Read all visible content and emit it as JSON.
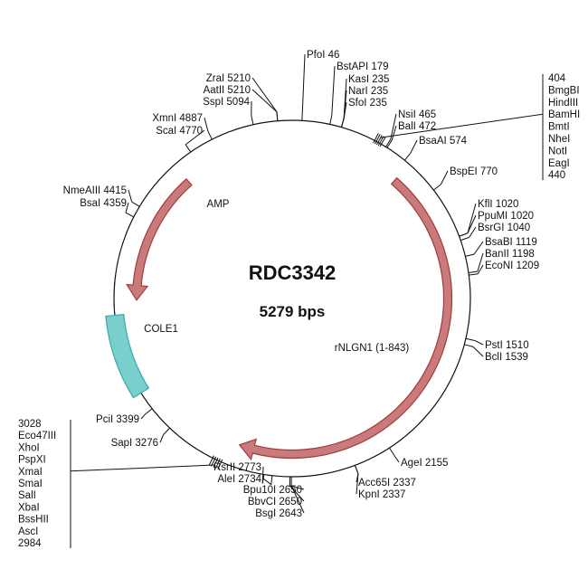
{
  "plasmid": {
    "name": "RDC3342",
    "size_label": "5279 bps",
    "length": 5279
  },
  "colors": {
    "feature_red_fill": "#c97a7a",
    "feature_red_stroke": "#a43a3a",
    "feature_teal_fill": "#79cfcc",
    "feature_teal_stroke": "#3aa9a6",
    "backbone": "#111111"
  },
  "features": [
    {
      "name": "AMP",
      "label": "AMP",
      "start": 4670,
      "end": 3950,
      "direction": "reverse",
      "color": "red"
    },
    {
      "name": "rNLGN1 (1-843)",
      "label": "rNLGN1 (1-843)",
      "start": 600,
      "end": 2930,
      "direction": "forward",
      "color": "red"
    },
    {
      "name": "COLE1",
      "label": "COLE1",
      "start": 3490,
      "end": 3880,
      "direction": "none",
      "color": "teal"
    }
  ],
  "sites": [
    {
      "id": "pfoi",
      "text": "PfoI 46",
      "pos": 46
    },
    {
      "id": "bstapi",
      "text": "BstAPI 179",
      "pos": 179
    },
    {
      "id": "kasi",
      "text": "KasI 235",
      "pos": 235
    },
    {
      "id": "nari",
      "text": "NarI 235",
      "pos": 235
    },
    {
      "id": "sfoi",
      "text": "SfoI 235",
      "pos": 235
    },
    {
      "id": "nsii",
      "text": "NsiI 465",
      "pos": 465
    },
    {
      "id": "bali",
      "text": "BalI 472",
      "pos": 472
    },
    {
      "id": "bsaai",
      "text": "BsaAI 574",
      "pos": 574
    },
    {
      "id": "bspei",
      "text": "BspEI 770",
      "pos": 770
    },
    {
      "id": "kfli",
      "text": "KflI 1020",
      "pos": 1020
    },
    {
      "id": "ppumi",
      "text": "PpuMI 1020",
      "pos": 1020
    },
    {
      "id": "bsrgi",
      "text": "BsrGI 1040",
      "pos": 1040
    },
    {
      "id": "bsabi",
      "text": "BsaBI 1119",
      "pos": 1119
    },
    {
      "id": "banii",
      "text": "BanII 1198",
      "pos": 1198
    },
    {
      "id": "econi",
      "text": "EcoNI 1209",
      "pos": 1209
    },
    {
      "id": "psti",
      "text": "PstI 1510",
      "pos": 1510
    },
    {
      "id": "bcli",
      "text": "BclI 1539",
      "pos": 1539
    },
    {
      "id": "agei",
      "text": "AgeI 2155",
      "pos": 2155
    },
    {
      "id": "acc65i",
      "text": "Acc65I 2337",
      "pos": 2337
    },
    {
      "id": "kpni",
      "text": "KpnI 2337",
      "pos": 2337
    },
    {
      "id": "bsgi",
      "text": "BsgI 2643",
      "pos": 2643
    },
    {
      "id": "bbvci",
      "text": "BbvCI 2650",
      "pos": 2650
    },
    {
      "id": "bpu10i",
      "text": "Bpu10I 2650",
      "pos": 2650
    },
    {
      "id": "alei",
      "text": "AleI 2734",
      "pos": 2734
    },
    {
      "id": "rsrii",
      "text": "RsrII 2773",
      "pos": 2773
    },
    {
      "id": "sapi",
      "text": "SapI 3276",
      "pos": 3276
    },
    {
      "id": "pcii",
      "text": "PciI 3399",
      "pos": 3399
    },
    {
      "id": "bsai",
      "text": "BsaI 4359",
      "pos": 4359
    },
    {
      "id": "nmeaiii",
      "text": "NmeAIII 4415",
      "pos": 4415
    },
    {
      "id": "scai",
      "text": "ScaI 4770",
      "pos": 4770
    },
    {
      "id": "xmni",
      "text": "XmnI 4887",
      "pos": 4887
    },
    {
      "id": "sspi",
      "text": "SspI 5094",
      "pos": 5094
    },
    {
      "id": "aatii",
      "text": "AatII 5210",
      "pos": 5210
    },
    {
      "id": "zrai",
      "text": "ZraI 5210",
      "pos": 5210
    }
  ],
  "mcs_right": {
    "start_label": "404",
    "enzymes": [
      "BmgBI",
      "HindIII",
      "BamHI",
      "BmtI",
      "NheI",
      "NotI",
      "EagI"
    ],
    "end_label": "440",
    "start": 404,
    "end": 440
  },
  "mcs_left": {
    "start_label": "3028",
    "enzymes": [
      "Eco47III",
      "XhoI",
      "PspXI",
      "XmaI",
      "SmaI",
      "SalI",
      "XbaI",
      "BssHII",
      "AscI"
    ],
    "end_label": "2984",
    "start": 2984,
    "end": 3028
  }
}
